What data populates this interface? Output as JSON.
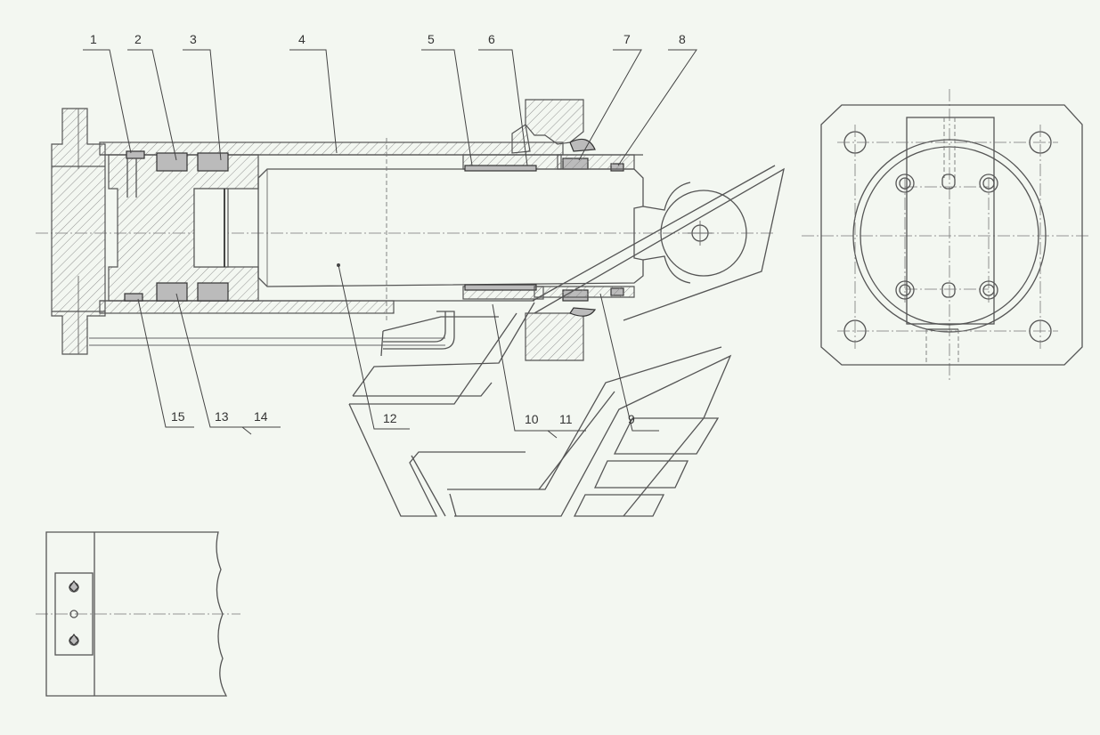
{
  "part_labels": [
    "1",
    "2",
    "3",
    "4",
    "5",
    "6",
    "7",
    "8",
    "15",
    "13",
    "14",
    "12",
    "10",
    "11",
    "9"
  ]
}
